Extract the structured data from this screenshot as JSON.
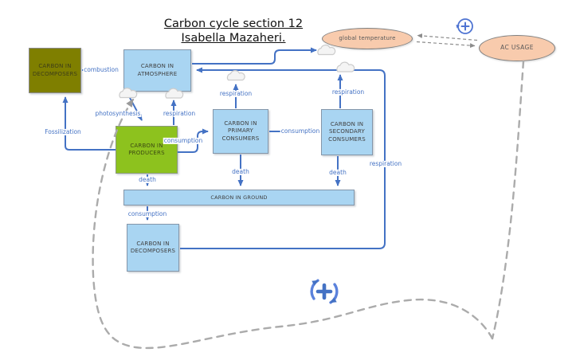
{
  "title": {
    "line1": "Carbon cycle section 12",
    "line2": "Isabella Mazaheri."
  },
  "nodes": {
    "fossil_decomposers": {
      "label": "CARBON IN DECOMPOSERS"
    },
    "atmosphere": {
      "label": "CARBON IN ATMOSPHERE"
    },
    "producers": {
      "label": "CARBON IN PRODUCERS"
    },
    "primary_consumers": {
      "label": "CARBON IN PRIMARY CONSUMERS"
    },
    "secondary_consumers": {
      "label": "CARBON IN SECONDARY CONSUMERS"
    },
    "ground": {
      "label": "CARBON IN GROUND"
    },
    "decomposers": {
      "label": "CARBON IN DECOMPOSERS"
    },
    "global_temperature": {
      "label": "global temperature"
    },
    "ac_usage": {
      "label": "AC USAGE"
    }
  },
  "edge_labels": {
    "combustion": "combustion",
    "fossilization": "Fossilization",
    "photosynthesis": "photosynthesis",
    "respiration_producers": "respiration",
    "respiration_primary": "respiration",
    "respiration_secondary": "respiration",
    "respiration_decomposers": "respiration",
    "consumption_producers_primary": "consumption",
    "consumption_primary_secondary": "consumption",
    "consumption_ground_decomposers": "consumption",
    "death_producers": "death",
    "death_primary": "death",
    "death_secondary": "death"
  },
  "icons": {
    "cloud": "cloud",
    "loop_plus_small": "reinforcing-loop-plus",
    "loop_plus_large": "reinforcing-loop-plus"
  },
  "colors": {
    "connector_blue": "#4472C4",
    "node_blue_fill": "#A9D5F2",
    "producers_green": "#8DC21E",
    "decomposers_olive": "#7F7F00",
    "ellipse_peach": "#F8CBAD",
    "dashed_gray": "#ABABAB"
  }
}
